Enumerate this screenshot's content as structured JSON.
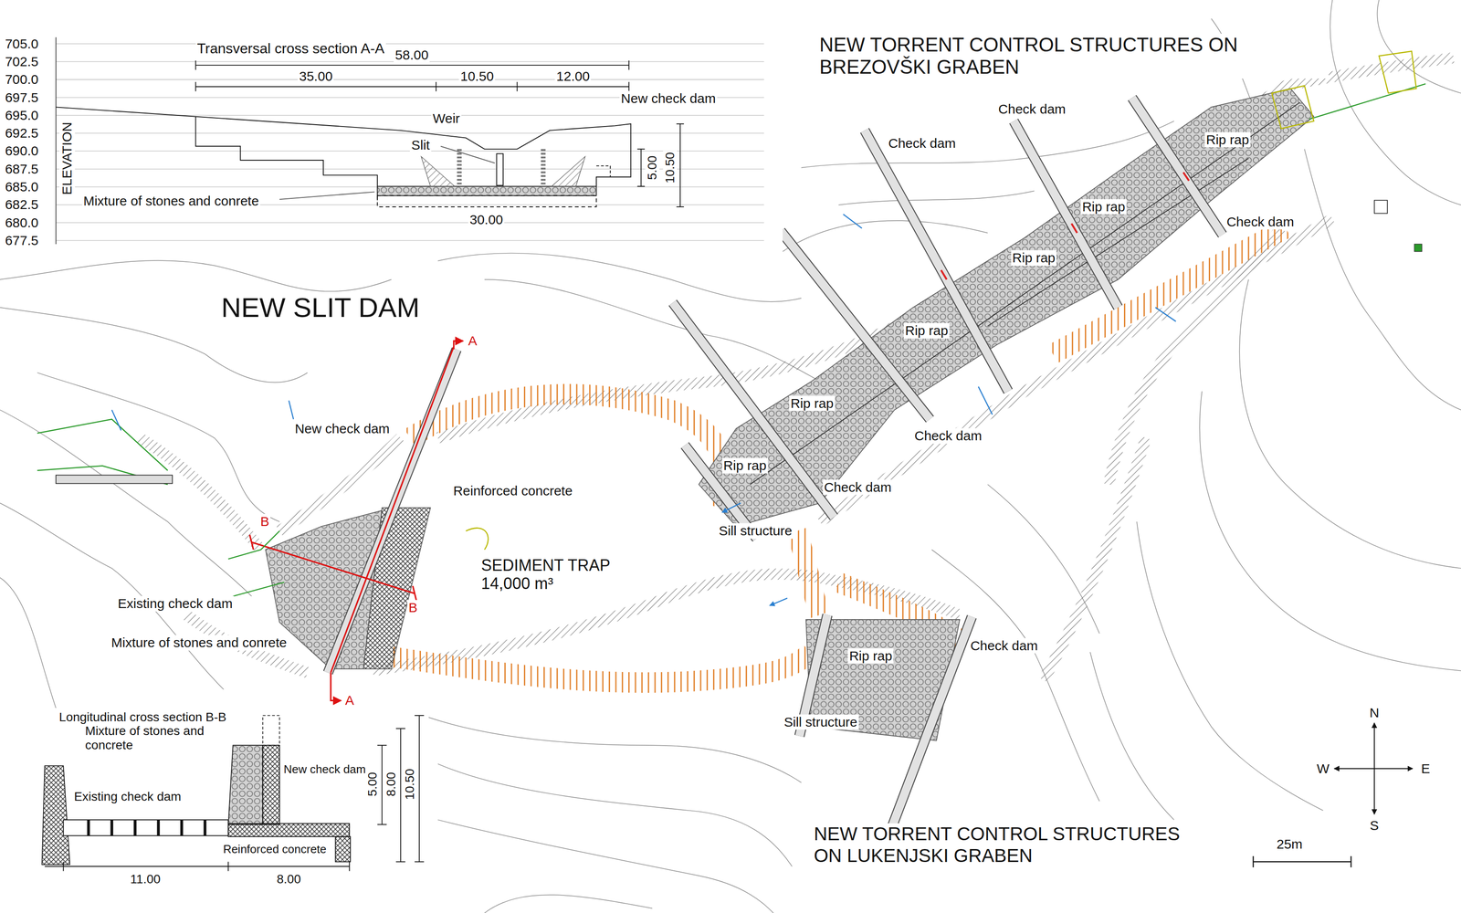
{
  "diagram": {
    "labels": [
      "705.0",
      "702.5",
      "700.0",
      "697.5",
      "695.0",
      "692.5",
      "690.0",
      "687.5",
      "685.0",
      "682.5",
      "680.0",
      "677.5",
      "ELEVATION",
      "Transversal cross section A-A",
      "58.00",
      "35.00",
      "10.50",
      "12.00",
      "New check dam",
      "Weir",
      "Slit",
      "5.00",
      "10.50",
      "Mixture of stones and conrete",
      "30.00",
      "NEW TORRENT CONTROL STRUCTURES ON BREZOVŠKI GRABEN",
      "Check dam",
      "Check dam",
      "Rip rap",
      "Rip rap",
      "Check dam",
      "Rip rap",
      "NEW SLIT DAM",
      "A",
      "Rip rap",
      "Rip rap",
      "New check dam",
      "Check dam",
      "Rip rap",
      "Reinforced concrete",
      "Check dam",
      "B",
      "Sill structure",
      "SEDIMENT TRAP 14,000 m³",
      "Existing check dam",
      "B",
      "Mixture of stones and conrete",
      "Check dam",
      "Rip rap",
      "A",
      "Sill structure",
      "Longitudinal cross section B-B",
      "Mixture of stones and concrete",
      "New check dam",
      "Existing check dam",
      "5.00",
      "8.00",
      "10.50",
      "Reinforced concrete",
      "11.00",
      "8.00",
      "N",
      "W",
      "E",
      "S",
      "NEW TORRENT CONTROL STRUCTURES ON LUKENJSKI GRABEN",
      "25m"
    ]
  }
}
